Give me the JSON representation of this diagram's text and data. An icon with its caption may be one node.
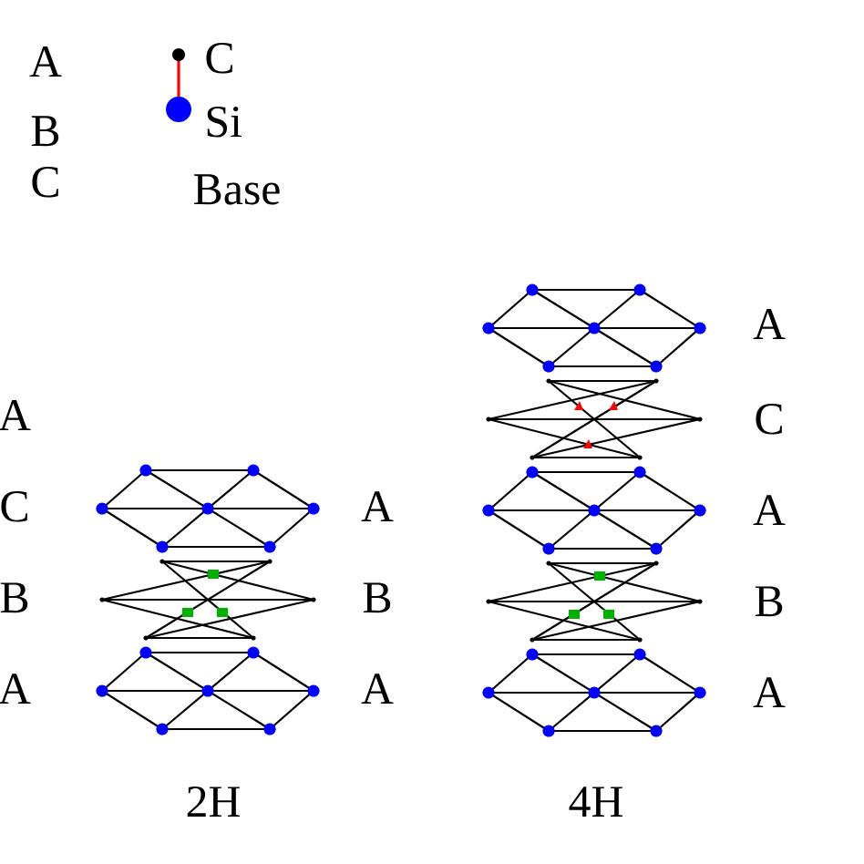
{
  "diagram": {
    "labels": [
      "A",
      "B",
      "C",
      "Base",
      "A",
      "C",
      "B",
      "A",
      "A",
      "B",
      "A",
      "2H",
      "A",
      "C",
      "A",
      "B",
      "A",
      "4H"
    ],
    "legend": [
      {
        "text": "C"
      },
      {
        "text": "Si"
      }
    ]
  }
}
